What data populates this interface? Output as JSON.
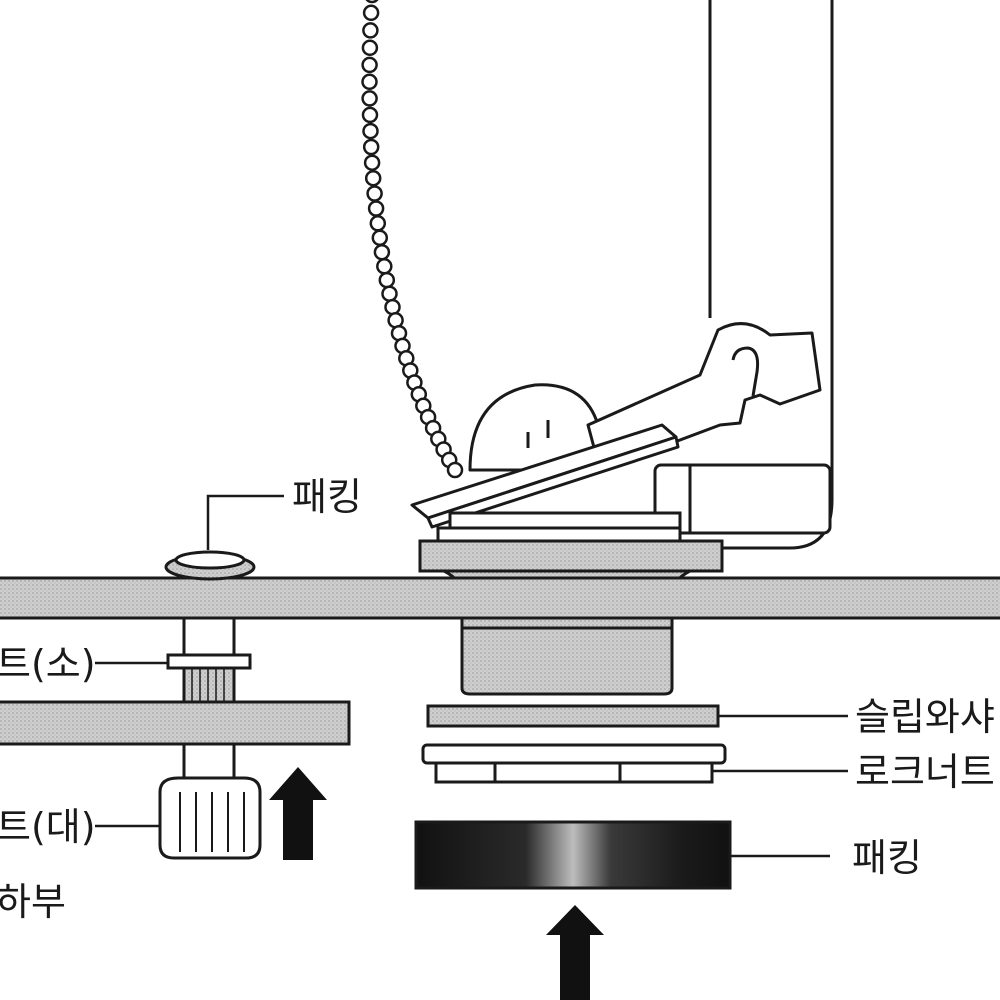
{
  "labels": {
    "packing_top": "패킹",
    "nut_small": "트(소)",
    "nut_large": "트(대)",
    "lower_part": "하부",
    "slip_washer": "슬립와샤",
    "lock_nut": "로크너트",
    "packing_bottom": "패킹"
  },
  "colors": {
    "line": "#1a1a1a",
    "plate": "#cfcfcf",
    "paper": "#ffffff",
    "packing_dark": "#141414"
  }
}
